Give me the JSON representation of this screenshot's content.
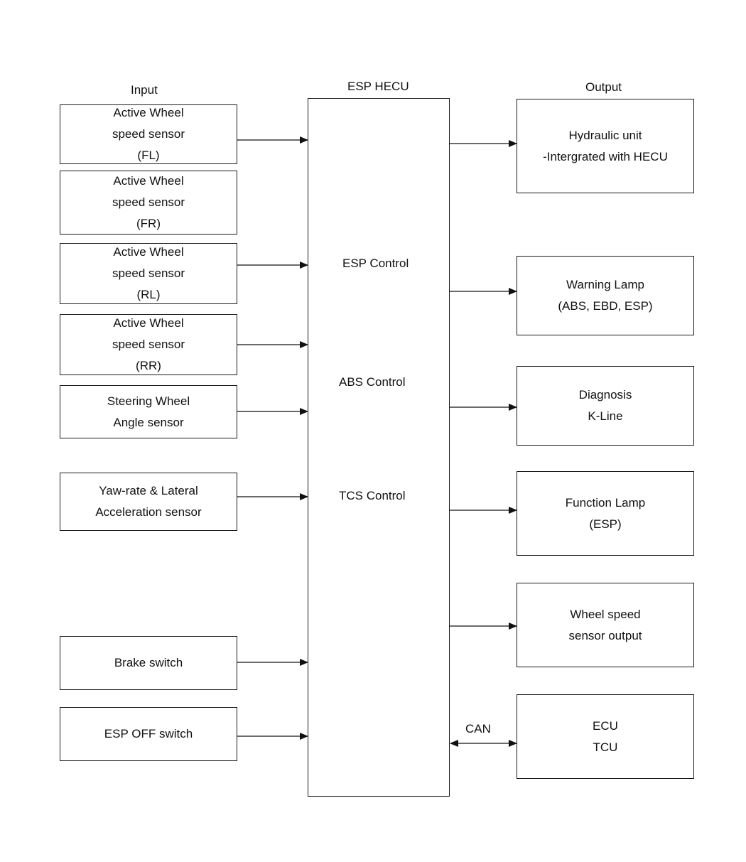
{
  "titles": {
    "input": "Input",
    "center": "ESP HECU",
    "output": "Output"
  },
  "inputs": [
    {
      "lines": [
        "Active Wheel",
        "speed sensor",
        "(FL)"
      ]
    },
    {
      "lines": [
        "Active Wheel",
        "speed sensor",
        "(FR)"
      ]
    },
    {
      "lines": [
        "Active Wheel",
        "speed sensor",
        "(RL)"
      ]
    },
    {
      "lines": [
        "Active Wheel",
        "speed sensor",
        "(RR)"
      ]
    },
    {
      "lines": [
        "Steering Wheel",
        "Angle sensor"
      ]
    },
    {
      "lines": [
        "Yaw-rate & Lateral",
        "Acceleration sensor"
      ]
    },
    {
      "lines": [
        "Brake switch"
      ]
    },
    {
      "lines": [
        "ESP OFF switch"
      ]
    }
  ],
  "hecu": {
    "controls": [
      "ESP Control",
      "ABS Control",
      "TCS Control"
    ]
  },
  "outputs": [
    {
      "lines": [
        "Hydraulic unit",
        "-Intergrated with HECU"
      ]
    },
    {
      "lines": [
        "Warning Lamp",
        "(ABS, EBD, ESP)"
      ]
    },
    {
      "lines": [
        "Diagnosis",
        "K-Line"
      ]
    },
    {
      "lines": [
        "Function Lamp",
        "(ESP)"
      ]
    },
    {
      "lines": [
        "Wheel speed",
        "sensor output"
      ]
    },
    {
      "lines": [
        "ECU",
        "TCU"
      ]
    }
  ],
  "connections": {
    "bus_label": "CAN"
  }
}
